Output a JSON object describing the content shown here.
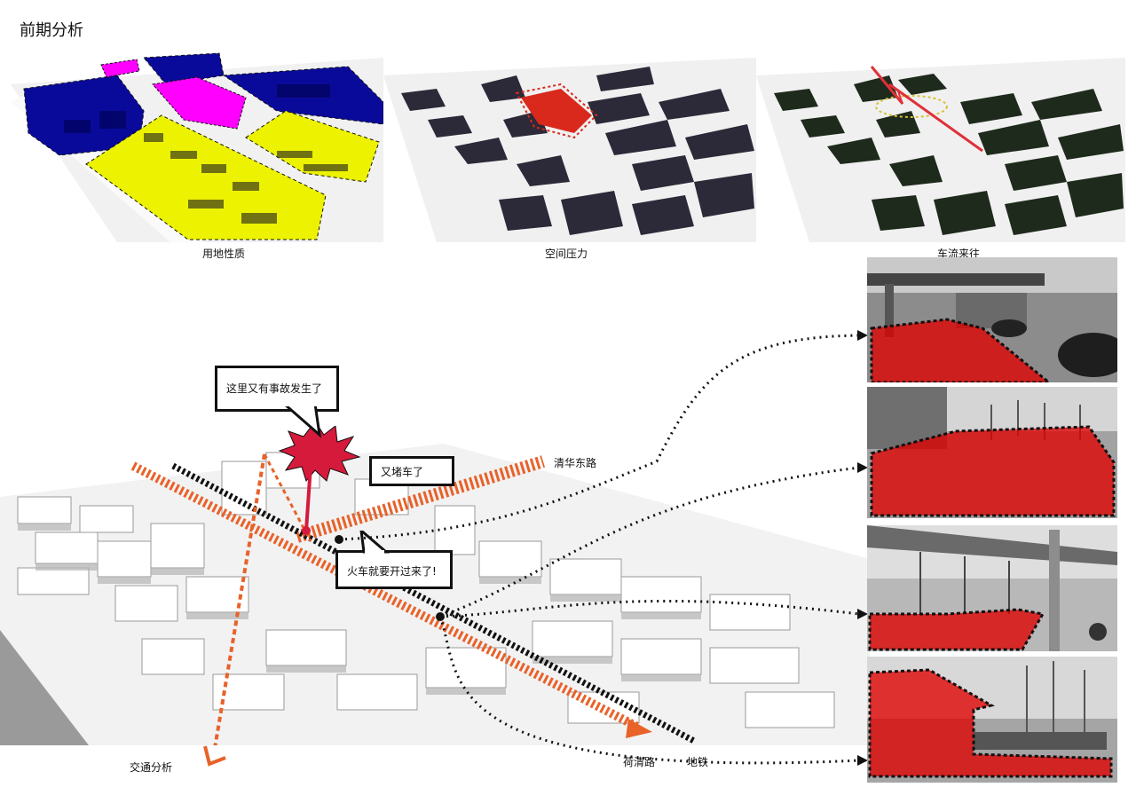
{
  "page": {
    "title": "前期分析"
  },
  "top_panels": [
    {
      "caption": "用地性质"
    },
    {
      "caption": "空间压力"
    },
    {
      "caption": "车流来往"
    }
  ],
  "main_map": {
    "bubbles": {
      "accident": "这里又有事故发生了",
      "jam": "又堵车了",
      "train": "火车就要开过来了!"
    },
    "labels": {
      "traffic_analysis": "交通分析",
      "qinghua_east_road": "清华东路",
      "heqing_road": "荷清路",
      "subway": "地铁"
    }
  },
  "colors": {
    "residential": "#ecf200",
    "commercial": "#ff00ff",
    "institutional": "#0a0a9a",
    "pressure": "#d9291c",
    "building_dark": "#2c2938",
    "building_green": "#1e2a1c",
    "road_orange": "#e8622a",
    "photo_overlay": "#e00000"
  }
}
